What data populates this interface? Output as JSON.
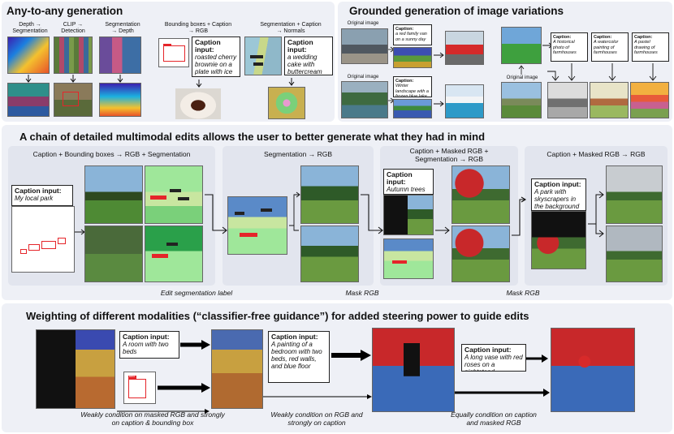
{
  "panels": {
    "any_to_any": {
      "title": "Any-to-any generation",
      "labels": {
        "depth_seg": "Depth →\nSegmentation",
        "clip_det": "CLIP →\nDetection",
        "seg_depth": "Segmentation\n→ Depth",
        "bb_caption": "Bounding boxes + Caption\n→ RGB",
        "seg_caption": "Segmentation + Caption\n→ Normals"
      },
      "caption1_title": "Caption input:",
      "caption1_text": "roasted cherry brownie on a plate with ice cream",
      "caption2_title": "Caption input:",
      "caption2_text": "a wedding cake with buttercream flowers"
    },
    "grounded": {
      "title": "Grounded generation of image variations",
      "original_image_1": "Original image",
      "original_image_2": "Original image",
      "original_image_3": "Original image",
      "cap_a_title": "Caption:",
      "cap_a_text": "a red family van on a sunny day",
      "cap_b_title": "Caption:",
      "cap_b_text": "Winter landscape with a frozen blue lake",
      "cap_c_title": "Caption:",
      "cap_c_text": "A historical photo of farmhouses",
      "cap_d_title": "Caption:",
      "cap_d_text": "A watercolor painting of farmhouses",
      "cap_e_title": "Caption:",
      "cap_e_text": "A pastel drawing of farmhouses"
    },
    "chain": {
      "title": "A chain of detailed multimodal edits allows the user to better generate what they had in mind",
      "step1": "Caption + Bounding boxes → RGB + Segmentation",
      "step2": "Segmentation → RGB",
      "step3": "Caption + Masked RGB +\nSegmentation → RGB",
      "step4": "Caption + Masked RGB → RGB",
      "cap1_title": "Caption input:",
      "cap1_text": "My local park",
      "cap2_title": "Caption input:",
      "cap2_text": "Autumn trees in a park",
      "cap3_title": "Caption input:",
      "cap3_text": "A park with skyscrapers in the background",
      "bottom_1": "Edit segmentation label",
      "bottom_2": "Mask RGB",
      "bottom_3": "Mask RGB"
    },
    "weighting": {
      "title": "Weighting of different modalities (“classifier-free guidance”) for added steering power to guide edits",
      "cap1_title": "Caption input:",
      "cap1_text": "A room with two beds",
      "cap2_title": "Caption input:",
      "cap2_text": "A painting of a bedroom with two beds, red walls, and blue floor",
      "cap3_title": "Caption input:",
      "cap3_text": "A long vase with red roses on a nightstand",
      "bed_tag": "bed",
      "bottom_1": "Weakly condition on masked RGB and strongly on caption & bounding box",
      "bottom_2": "Weakly condition on RGB and strongly on caption",
      "bottom_3": "Equally condition on caption and masked RGB"
    }
  },
  "colors": {
    "panel_bg": "#eef0f6",
    "subbox_bg": "#e2e5ee",
    "bbox_red": "#e5252a"
  }
}
